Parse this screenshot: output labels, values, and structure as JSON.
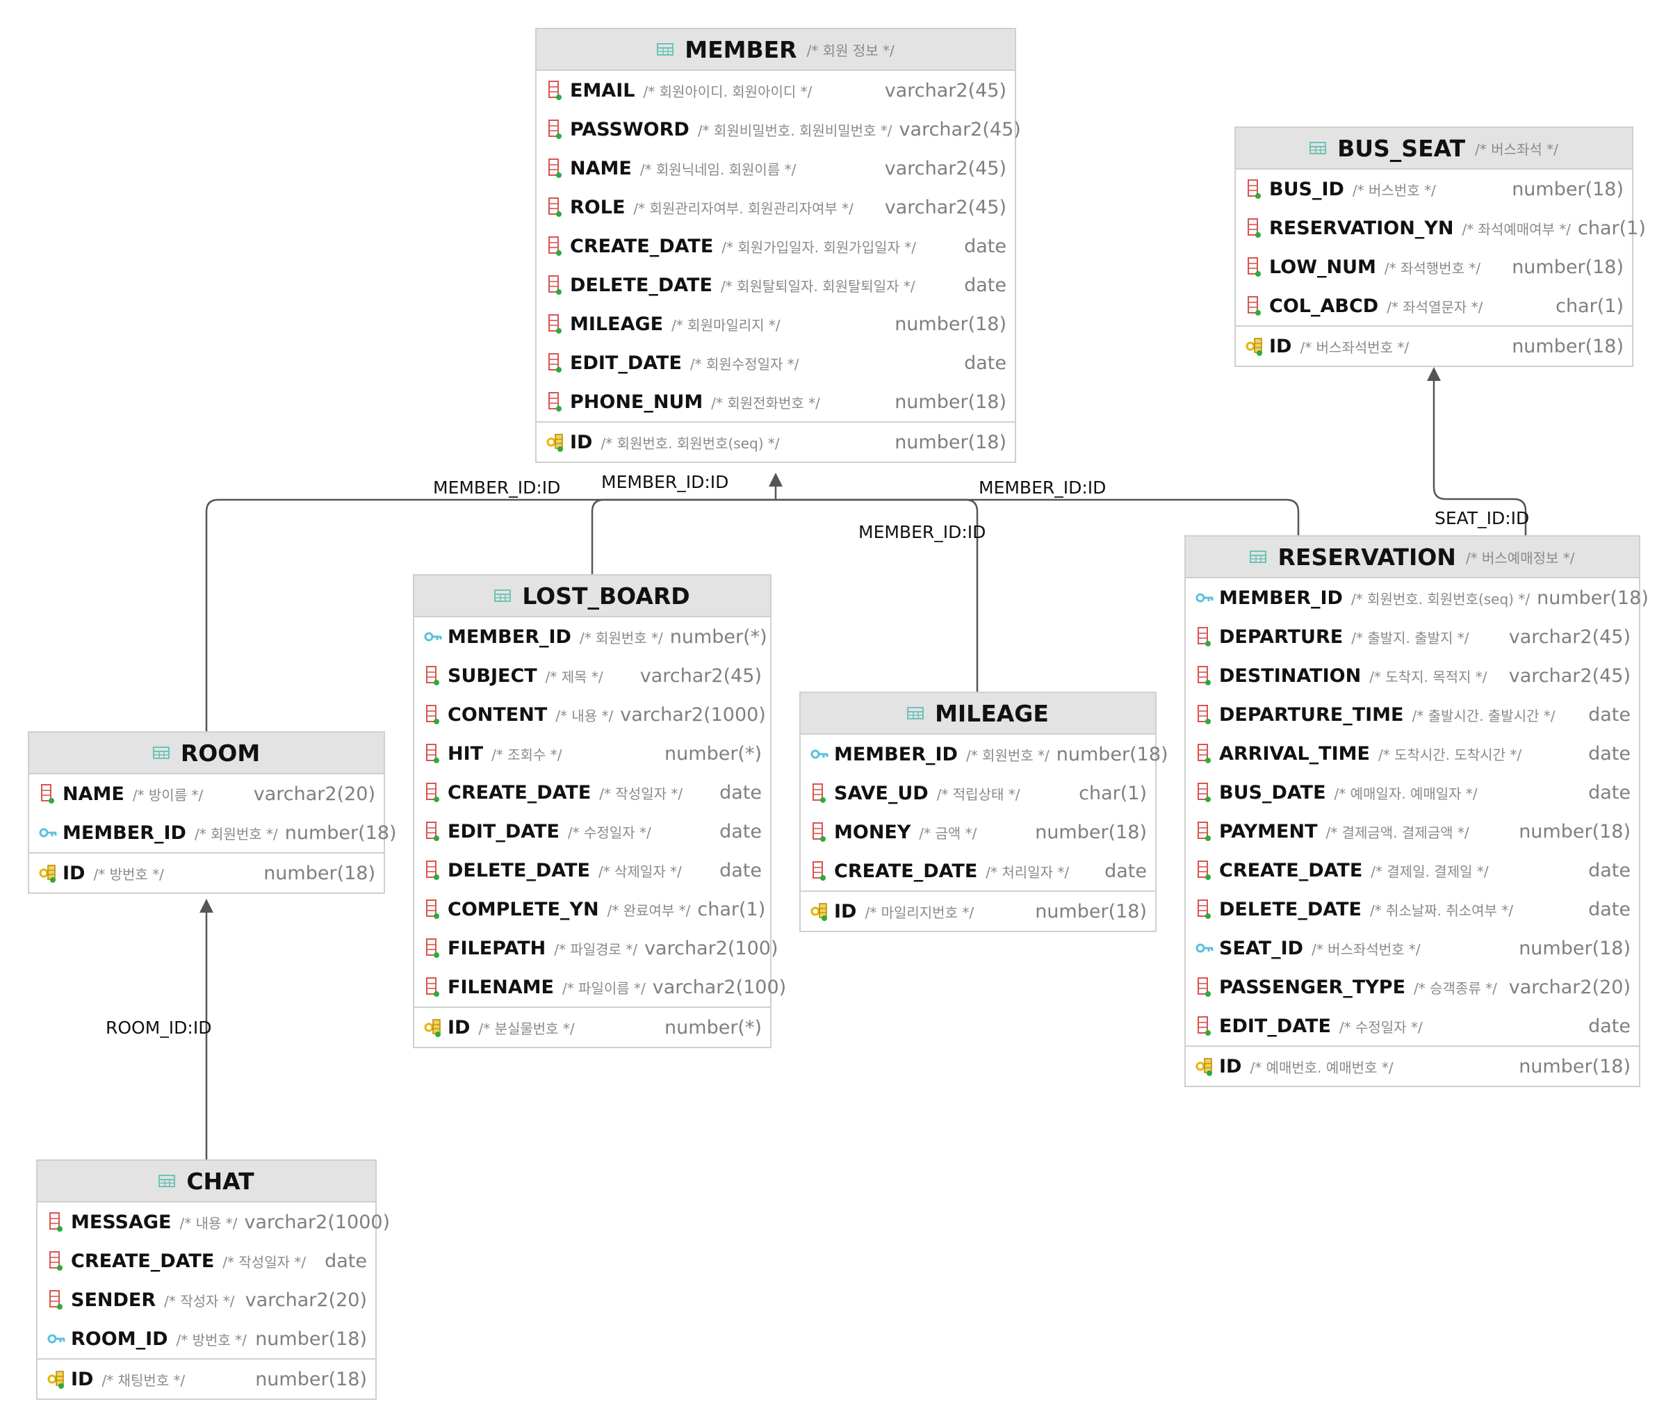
{
  "entities": {
    "member": {
      "name": "MEMBER",
      "comment": "/* 회원 정보 */",
      "columns": [
        {
          "name": "EMAIL",
          "comment": "/* 회원아이디. 회원아이디 */",
          "type": "varchar2(45)",
          "icon": "column-icon"
        },
        {
          "name": "PASSWORD",
          "comment": "/* 회원비밀번호. 회원비밀번호 */",
          "type": "varchar2(45)",
          "icon": "column-icon"
        },
        {
          "name": "NAME",
          "comment": "/* 회원닉네임. 회원이름 */",
          "type": "varchar2(45)",
          "icon": "column-icon"
        },
        {
          "name": "ROLE",
          "comment": "/* 회원관리자여부. 회원관리자여부 */",
          "type": "varchar2(45)",
          "icon": "column-icon"
        },
        {
          "name": "CREATE_DATE",
          "comment": "/* 회원가입일자. 회원가입일자 */",
          "type": "date",
          "icon": "column-icon"
        },
        {
          "name": "DELETE_DATE",
          "comment": "/* 회원탈퇴일자. 회원탈퇴일자 */",
          "type": "date",
          "icon": "column-icon"
        },
        {
          "name": "MILEAGE",
          "comment": "/* 회원마일리지 */",
          "type": "number(18)",
          "icon": "column-icon"
        },
        {
          "name": "EDIT_DATE",
          "comment": "/* 회원수정일자 */",
          "type": "date",
          "icon": "column-icon"
        },
        {
          "name": "PHONE_NUM",
          "comment": "/* 회원전화번호 */",
          "type": "number(18)",
          "icon": "column-icon"
        }
      ],
      "pk": {
        "name": "ID",
        "comment": "/* 회원번호. 회원번호(seq) */",
        "type": "number(18)",
        "icon": "primary-key-icon"
      }
    },
    "bus_seat": {
      "name": "BUS_SEAT",
      "comment": "/* 버스좌석 */",
      "columns": [
        {
          "name": "BUS_ID",
          "comment": "/* 버스번호 */",
          "type": "number(18)",
          "icon": "column-icon"
        },
        {
          "name": "RESERVATION_YN",
          "comment": "/* 좌석예매여부 */",
          "type": "char(1)",
          "icon": "column-icon"
        },
        {
          "name": "LOW_NUM",
          "comment": "/* 좌석행번호 */",
          "type": "number(18)",
          "icon": "column-icon"
        },
        {
          "name": "COL_ABCD",
          "comment": "/* 좌석열문자 */",
          "type": "char(1)",
          "icon": "column-icon"
        }
      ],
      "pk": {
        "name": "ID",
        "comment": "/* 버스좌석번호 */",
        "type": "number(18)",
        "icon": "primary-key-icon"
      }
    },
    "lost_board": {
      "name": "LOST_BOARD",
      "comment": "",
      "columns": [
        {
          "name": "MEMBER_ID",
          "comment": "/* 회원번호 */",
          "type": "number(*)",
          "icon": "foreign-key-icon"
        },
        {
          "name": "SUBJECT",
          "comment": "/* 제목 */",
          "type": "varchar2(45)",
          "icon": "column-icon"
        },
        {
          "name": "CONTENT",
          "comment": "/* 내용 */",
          "type": "varchar2(1000)",
          "icon": "column-icon"
        },
        {
          "name": "HIT",
          "comment": "/* 조회수 */",
          "type": "number(*)",
          "icon": "column-icon"
        },
        {
          "name": "CREATE_DATE",
          "comment": "/* 작성일자 */",
          "type": "date",
          "icon": "column-icon"
        },
        {
          "name": "EDIT_DATE",
          "comment": "/* 수정일자 */",
          "type": "date",
          "icon": "column-icon"
        },
        {
          "name": "DELETE_DATE",
          "comment": "/* 삭제일자 */",
          "type": "date",
          "icon": "column-icon"
        },
        {
          "name": "COMPLETE_YN",
          "comment": "/* 완료여부 */",
          "type": "char(1)",
          "icon": "column-icon"
        },
        {
          "name": "FILEPATH",
          "comment": "/* 파일경로 */",
          "type": "varchar2(100)",
          "icon": "column-icon"
        },
        {
          "name": "FILENAME",
          "comment": "/* 파일이름 */",
          "type": "varchar2(100)",
          "icon": "column-icon"
        }
      ],
      "pk": {
        "name": "ID",
        "comment": "/* 분실물번호 */",
        "type": "number(*)",
        "icon": "primary-key-icon"
      }
    },
    "mileage": {
      "name": "MILEAGE",
      "comment": "",
      "columns": [
        {
          "name": "MEMBER_ID",
          "comment": "/* 회원번호 */",
          "type": "number(18)",
          "icon": "foreign-key-icon"
        },
        {
          "name": "SAVE_UD",
          "comment": "/* 적립상태 */",
          "type": "char(1)",
          "icon": "column-icon"
        },
        {
          "name": "MONEY",
          "comment": "/* 금액 */",
          "type": "number(18)",
          "icon": "column-icon"
        },
        {
          "name": "CREATE_DATE",
          "comment": "/* 처리일자 */",
          "type": "date",
          "icon": "column-icon"
        }
      ],
      "pk": {
        "name": "ID",
        "comment": "/* 마일리지번호 */",
        "type": "number(18)",
        "icon": "primary-key-icon"
      }
    },
    "reservation": {
      "name": "RESERVATION",
      "comment": "/* 버스예매정보 */",
      "columns": [
        {
          "name": "MEMBER_ID",
          "comment": "/* 회원번호. 회원번호(seq) */",
          "type": "number(18)",
          "icon": "foreign-key-icon"
        },
        {
          "name": "DEPARTURE",
          "comment": "/* 출발지. 출발지 */",
          "type": "varchar2(45)",
          "icon": "column-icon"
        },
        {
          "name": "DESTINATION",
          "comment": "/* 도착지. 목적지 */",
          "type": "varchar2(45)",
          "icon": "column-icon"
        },
        {
          "name": "DEPARTURE_TIME",
          "comment": "/* 출발시간. 출발시간 */",
          "type": "date",
          "icon": "column-icon"
        },
        {
          "name": "ARRIVAL_TIME",
          "comment": "/* 도착시간. 도착시간 */",
          "type": "date",
          "icon": "column-icon"
        },
        {
          "name": "BUS_DATE",
          "comment": "/* 예매일자. 예매일자 */",
          "type": "date",
          "icon": "column-icon"
        },
        {
          "name": "PAYMENT",
          "comment": "/* 결제금액. 결제금액 */",
          "type": "number(18)",
          "icon": "column-icon"
        },
        {
          "name": "CREATE_DATE",
          "comment": "/* 결제일. 결제일 */",
          "type": "date",
          "icon": "column-icon"
        },
        {
          "name": "DELETE_DATE",
          "comment": "/* 취소날짜. 취소여부 */",
          "type": "date",
          "icon": "column-icon"
        },
        {
          "name": "SEAT_ID",
          "comment": "/* 버스좌석번호 */",
          "type": "number(18)",
          "icon": "foreign-key-icon"
        },
        {
          "name": "PASSENGER_TYPE",
          "comment": "/* 승객종류 */",
          "type": "varchar2(20)",
          "icon": "column-icon"
        },
        {
          "name": "EDIT_DATE",
          "comment": "/* 수정일자 */",
          "type": "date",
          "icon": "column-icon"
        }
      ],
      "pk": {
        "name": "ID",
        "comment": "/* 예매번호. 예매번호 */",
        "type": "number(18)",
        "icon": "primary-key-icon"
      }
    },
    "room": {
      "name": "ROOM",
      "comment": "",
      "columns": [
        {
          "name": "NAME",
          "comment": "/* 방이름 */",
          "type": "varchar2(20)",
          "icon": "column-icon"
        },
        {
          "name": "MEMBER_ID",
          "comment": "/* 회원번호 */",
          "type": "number(18)",
          "icon": "foreign-key-icon"
        }
      ],
      "pk": {
        "name": "ID",
        "comment": "/* 방번호 */",
        "type": "number(18)",
        "icon": "primary-key-icon"
      }
    },
    "chat": {
      "name": "CHAT",
      "comment": "",
      "columns": [
        {
          "name": "MESSAGE",
          "comment": "/* 내용 */",
          "type": "varchar2(1000)",
          "icon": "column-icon"
        },
        {
          "name": "CREATE_DATE",
          "comment": "/* 작성일자 */",
          "type": "date",
          "icon": "column-icon"
        },
        {
          "name": "SENDER",
          "comment": "/* 작성자 */",
          "type": "varchar2(20)",
          "icon": "column-icon"
        },
        {
          "name": "ROOM_ID",
          "comment": "/* 방번호 */",
          "type": "number(18)",
          "icon": "foreign-key-icon"
        }
      ],
      "pk": {
        "name": "ID",
        "comment": "/* 채팅번호 */",
        "type": "number(18)",
        "icon": "primary-key-icon"
      }
    }
  },
  "relations": {
    "room_member": "MEMBER_ID:ID",
    "lost_board_member": "MEMBER_ID:ID",
    "mileage_member": "MEMBER_ID:ID",
    "reservation_member": "MEMBER_ID:ID",
    "reservation_bus_seat": "SEAT_ID:ID",
    "chat_room": "ROOM_ID:ID"
  },
  "colors": {
    "header_bg": "#e3e3e3",
    "border": "#cfcfcf",
    "line": "#555555",
    "column_icon": "#d9534f",
    "primary_key_icon": "#e8b400",
    "foreign_key_icon": "#5bc0de",
    "table_icon": "#6cc3b8"
  }
}
